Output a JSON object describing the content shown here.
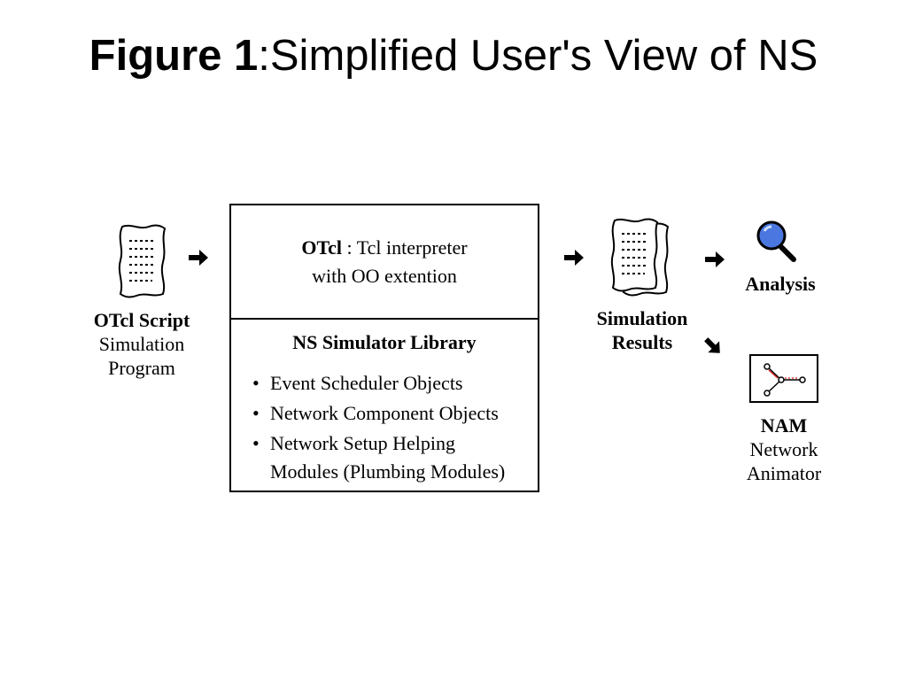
{
  "title": {
    "bold": "Figure 1",
    "rest": ":Simplified User's View of NS"
  },
  "script_node": {
    "name": "OTcl Script",
    "line1": "Simulation",
    "line2": "Program"
  },
  "ns_box": {
    "otcl_bold": "OTcl",
    "otcl_rest": " : Tcl interpreter",
    "otcl_line2": "with OO extention",
    "library_title": "NS Simulator Library",
    "bullets": [
      "Event Scheduler Objects",
      "Network Component Objects",
      "Network Setup Helping"
    ],
    "bullet3_cont": "Modules (Plumbing Modules)"
  },
  "results_node": {
    "line1": "Simulation",
    "line2": "Results"
  },
  "analysis_node": {
    "label": "Analysis",
    "icon": "magnifier-icon"
  },
  "nam_node": {
    "name": "NAM",
    "line1": "Network",
    "line2": "Animator",
    "icon": "network-graph-icon"
  },
  "colors": {
    "lens": "#4a78e0",
    "accent_red": "#d42020"
  }
}
